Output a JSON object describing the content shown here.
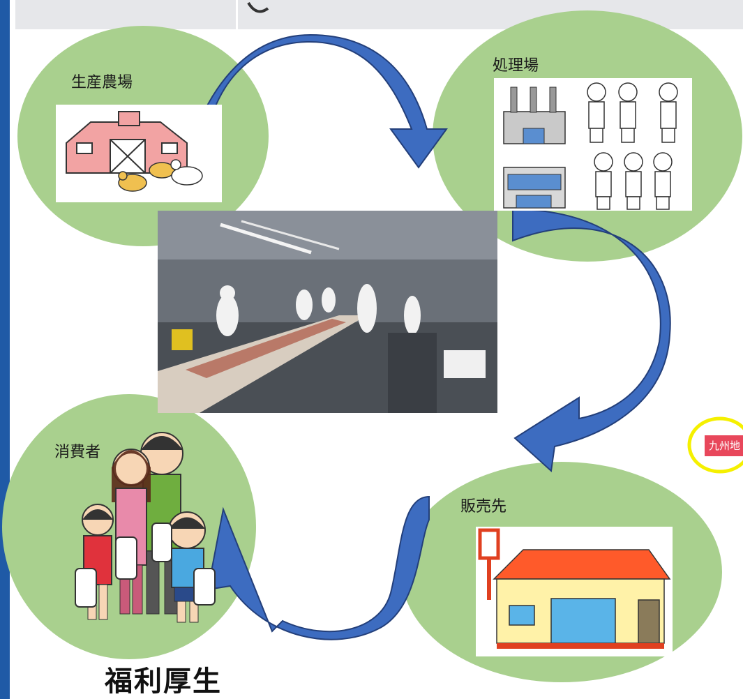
{
  "nodes": {
    "farm": {
      "label": "生産農場"
    },
    "processing": {
      "label": "処理場"
    },
    "retailer": {
      "label": "販売先"
    },
    "consumer": {
      "label": "消費者"
    }
  },
  "tag": {
    "label": "九州地"
  },
  "caption": {
    "text": "福利厚生"
  },
  "colors": {
    "node_fill": "#a9d08e",
    "arrow_fill": "#3d6cc0",
    "arrow_dark": "#233f7a",
    "left_bar": "#1f5aa6",
    "tag_bg": "#e8475b",
    "tag_ring": "#f5f000"
  },
  "icons": [
    "barn-icon",
    "chicken-icon",
    "factory-icon",
    "office-building-icon",
    "worker-icon",
    "family-icon",
    "store-icon",
    "curved-arrow-icon"
  ]
}
